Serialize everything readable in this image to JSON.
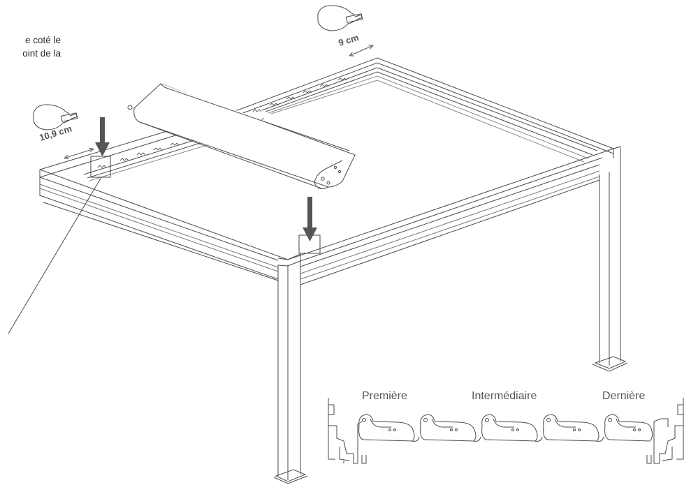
{
  "caption": {
    "line1": "e coté le",
    "line2": "oint de la"
  },
  "measurements": {
    "left_offset": "10,9 cm",
    "right_offset": "9 cm"
  },
  "slat_positions": {
    "first": "Première",
    "middle": "Intermédiaire",
    "last": "Dernière"
  },
  "colors": {
    "line": "#4a4a4a",
    "arrow": "#555555",
    "label": "#555555"
  },
  "icons": [
    "hand-with-tape-measure-icon",
    "arrow-down-icon",
    "double-arrow-icon"
  ]
}
